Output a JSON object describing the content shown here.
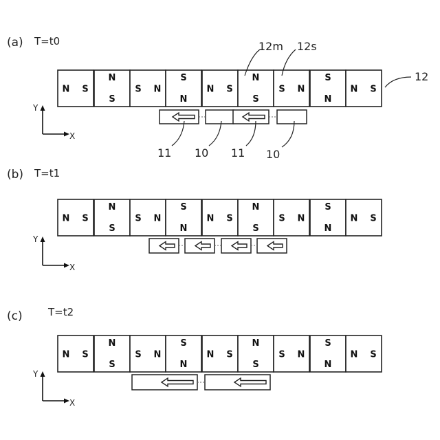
{
  "panels": [
    {
      "label": "(a)",
      "time": "T=t0",
      "coils": [
        {
          "type": "arrow"
        },
        {
          "type": "plain"
        },
        {
          "type": "arrow"
        },
        {
          "type": "plain"
        }
      ]
    },
    {
      "label": "(b)",
      "time": "T=t1",
      "coils": [
        {
          "type": "arrow"
        },
        {
          "type": "arrow"
        },
        {
          "type": "arrow"
        },
        {
          "type": "arrow"
        }
      ]
    },
    {
      "label": "(c)",
      "time": "T=t2",
      "coils": [
        {
          "type": "arrow"
        },
        {
          "type": "arrow"
        }
      ]
    }
  ],
  "magnets": [
    {
      "orientation": "h",
      "left": "N",
      "right": "S"
    },
    {
      "orientation": "v",
      "top": "N",
      "bottom": "S"
    },
    {
      "orientation": "h",
      "left": "S",
      "right": "N"
    },
    {
      "orientation": "v",
      "top": "S",
      "bottom": "N"
    },
    {
      "orientation": "h",
      "left": "N",
      "right": "S"
    },
    {
      "orientation": "v",
      "top": "N",
      "bottom": "S"
    },
    {
      "orientation": "h",
      "left": "S",
      "right": "N"
    },
    {
      "orientation": "v",
      "top": "S",
      "bottom": "N"
    },
    {
      "orientation": "h",
      "left": "N",
      "right": "S"
    }
  ],
  "references": {
    "magnet_main": "12m",
    "magnet_sub": "12s",
    "magnet_array": "12",
    "coil_a": "11",
    "coil_b": "10",
    "coil_c": "11",
    "coil_d": "10"
  },
  "axes": {
    "y": "Y",
    "x": "X"
  }
}
